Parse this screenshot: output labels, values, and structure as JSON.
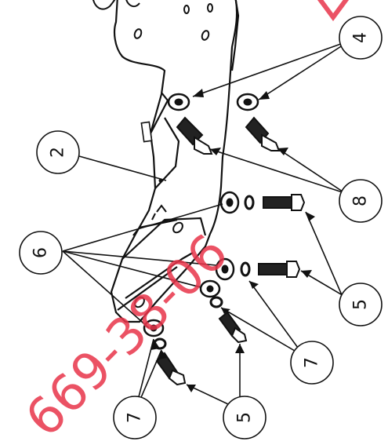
{
  "diagram": {
    "callouts": [
      {
        "id": "c2",
        "label": "2"
      },
      {
        "id": "c4",
        "label": "4"
      },
      {
        "id": "c8",
        "label": "8"
      },
      {
        "id": "c6",
        "label": "6"
      },
      {
        "id": "c5a",
        "label": "5"
      },
      {
        "id": "c7a",
        "label": "7"
      },
      {
        "id": "c7b",
        "label": "7"
      },
      {
        "id": "c5b",
        "label": "5"
      }
    ],
    "watermark": "669-38-06"
  }
}
